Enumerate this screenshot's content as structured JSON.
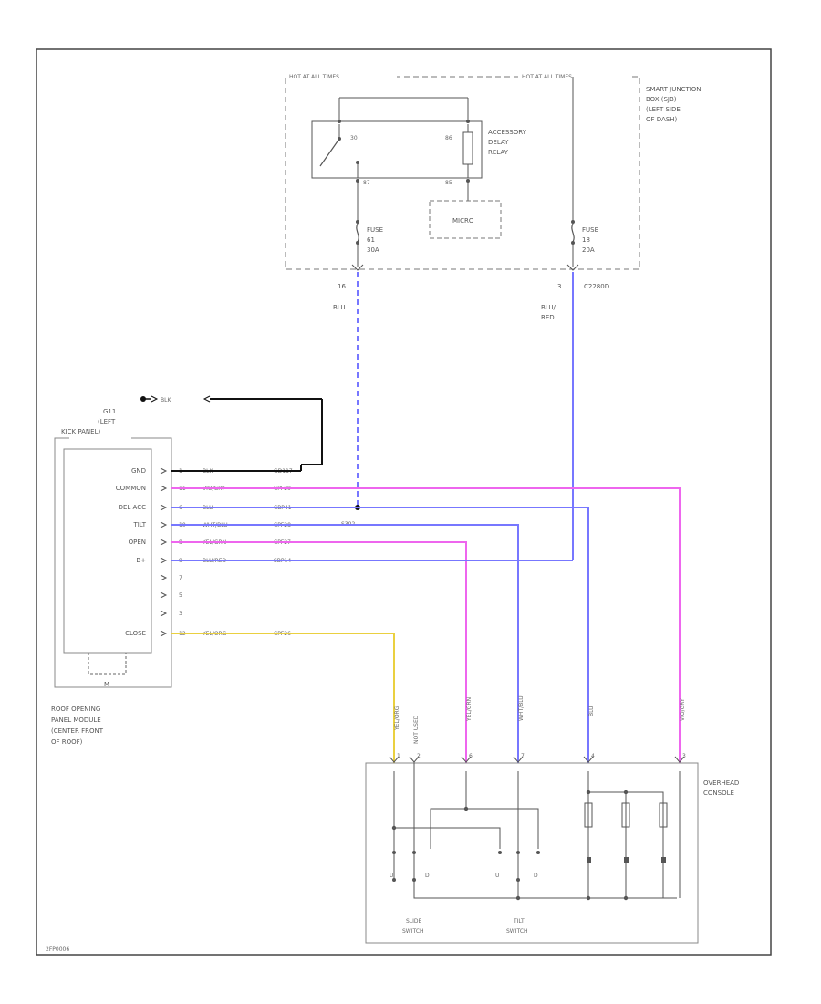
{
  "hot_at_all_times_left": "HOT AT ALL TIMES",
  "hot_at_all_times_right": "HOT AT ALL TIMES",
  "sjb": [
    "SMART JUNCTION",
    "BOX (SJB)",
    "(LEFT SIDE",
    "OF DASH)"
  ],
  "relay_label": [
    "ACCESSORY",
    "DELAY",
    "RELAY"
  ],
  "relay_pins": {
    "p30": "30",
    "p85": "85",
    "p87": "87",
    "p86": "86"
  },
  "micro": "MICRO",
  "fuse_left": [
    "FUSE",
    "61",
    "30A"
  ],
  "fuse_right": [
    "FUSE",
    "18",
    "20A"
  ],
  "sjb_pin_left": "16",
  "sjb_pin_right": "3",
  "connector_right": "C2280D",
  "wire_left_color": "BLU",
  "wire_right_color": [
    "BLU/",
    "RED"
  ],
  "ground": [
    "G11",
    "(LEFT",
    "KICK PANEL)"
  ],
  "ground_wire": "BLK",
  "module_pins": [
    "GND",
    "COMMON",
    "DEL ACC",
    "TILT",
    "OPEN",
    "B+",
    "",
    "",
    "",
    "CLOSE"
  ],
  "module_pin_nums": [
    "1",
    "11",
    "6",
    "10",
    "8",
    "9",
    "7",
    "5",
    "3",
    "12"
  ],
  "module_wire_colors": [
    "BLK",
    "VIO/GRY",
    "BLU",
    "WHT/BLU",
    "YEL/GRN",
    "BLU/RED",
    "",
    "",
    "",
    "YEL/ORG"
  ],
  "module_circuits": [
    "GD117",
    "CPF29",
    "CBP41",
    "CPF28",
    "CPF27",
    "SBP14",
    "",
    "",
    "",
    "CPF26"
  ],
  "splice": "S302",
  "module_name": [
    "ROOF OPENING",
    "PANEL MODULE",
    "(CENTER FRONT",
    "OF ROOF)"
  ],
  "motor": "M",
  "drop_wires": [
    "YEL/ORG",
    "YEL/GRN",
    "WHT/BLU",
    "BLU",
    "VIO/GRY"
  ],
  "not_used": "NOT USED",
  "console_pins": [
    "1",
    "2",
    "6",
    "7",
    "4",
    "3"
  ],
  "console": [
    "OVERHEAD",
    "CONSOLE"
  ],
  "slide_switch": [
    "SLIDE",
    "SWITCH"
  ],
  "tilt_switch": [
    "TILT",
    "SWITCH"
  ],
  "switch_letters": {
    "u1": "U",
    "d1": "D",
    "u2": "U",
    "d2": "D"
  },
  "diagram_code": "2FP0006",
  "colors": {
    "blue": "#7777ff",
    "pink": "#ee66ee",
    "yellow": "#ead040",
    "black": "#111111",
    "frame": "#444444"
  }
}
